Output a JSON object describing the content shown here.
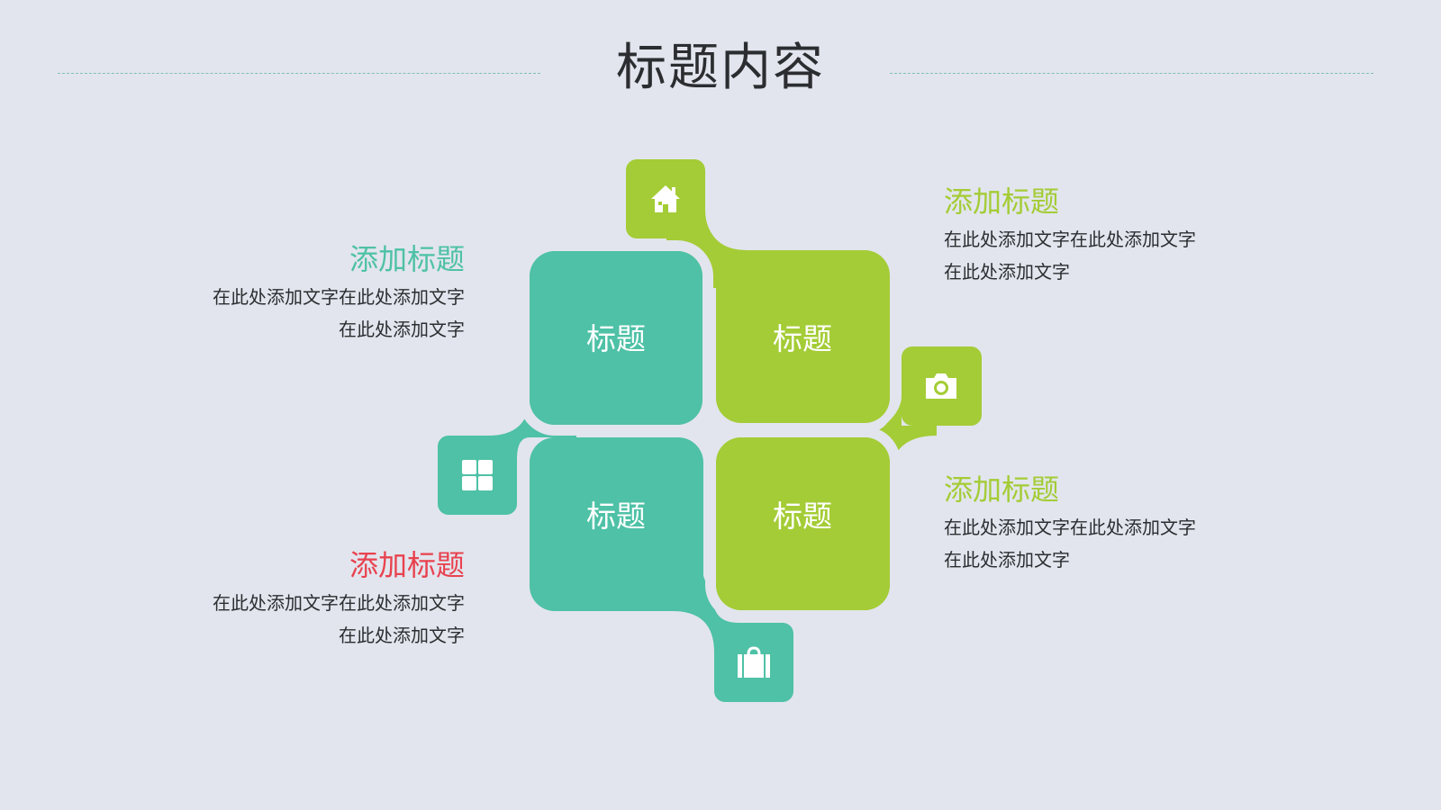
{
  "slide": {
    "title": "标题内容",
    "colors": {
      "background": "#e2e5ed",
      "teal": "#4ec1a6",
      "green": "#a4cc36",
      "red": "#e8424f",
      "title_text": "#2b2d30",
      "rule": "#7fbfb4"
    }
  },
  "diagram": {
    "boxes": [
      {
        "id": "top-left",
        "label": "标题",
        "color": "teal"
      },
      {
        "id": "top-right",
        "label": "标题",
        "color": "green"
      },
      {
        "id": "bottom-left",
        "label": "标题",
        "color": "teal"
      },
      {
        "id": "bottom-right",
        "label": "标题",
        "color": "green"
      }
    ],
    "tabs": [
      {
        "id": "home",
        "icon": "home-icon",
        "color": "green"
      },
      {
        "id": "grid",
        "icon": "grid-icon",
        "color": "teal"
      },
      {
        "id": "camera",
        "icon": "camera-icon",
        "color": "green"
      },
      {
        "id": "bag",
        "icon": "briefcase-icon",
        "color": "teal"
      }
    ]
  },
  "text_blocks": [
    {
      "position": "left-top",
      "title": "添加标题",
      "title_color": "#4ec1a6",
      "line1": "在此处添加文字在此处添加文字",
      "line2": "在此处添加文字"
    },
    {
      "position": "left-bottom",
      "title": "添加标题",
      "title_color": "#e8424f",
      "line1": "在此处添加文字在此处添加文字",
      "line2": "在此处添加文字"
    },
    {
      "position": "right-top",
      "title": "添加标题",
      "title_color": "#a4cc36",
      "line1": "在此处添加文字在此处添加文字",
      "line2": "在此处添加文字"
    },
    {
      "position": "right-bottom",
      "title": "添加标题",
      "title_color": "#a4cc36",
      "line1": "在此处添加文字在此处添加文字",
      "line2": "在此处添加文字"
    }
  ]
}
